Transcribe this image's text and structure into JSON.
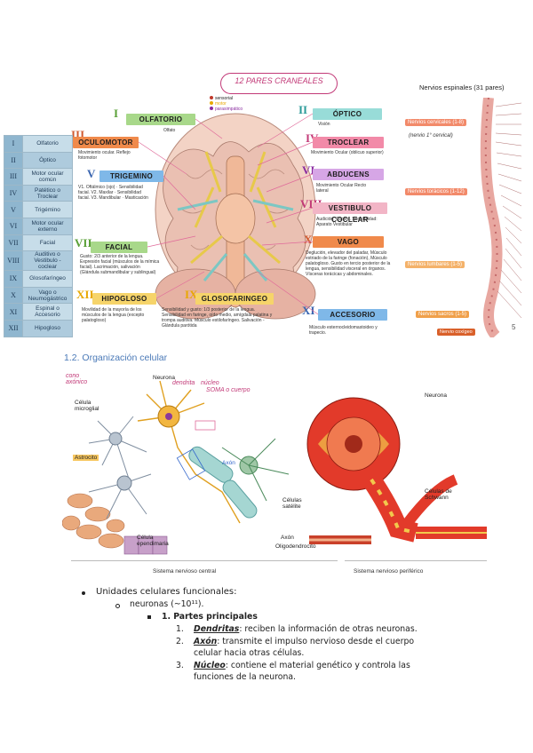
{
  "infographic": {
    "banner_title": "12 PARES CRANEALES",
    "table": [
      {
        "num": "I",
        "name": "Olfatorio"
      },
      {
        "num": "II",
        "name": "Óptico"
      },
      {
        "num": "III",
        "name": "Motor ocular común"
      },
      {
        "num": "IV",
        "name": "Patético o Troclear"
      },
      {
        "num": "V",
        "name": "Trigémino"
      },
      {
        "num": "VI",
        "name": "Motor ocular externo"
      },
      {
        "num": "VII",
        "name": "Facial"
      },
      {
        "num": "VIII",
        "name": "Auditivo o Vestibulo - coclear"
      },
      {
        "num": "IX",
        "name": "Glosofaríngeo"
      },
      {
        "num": "X",
        "name": "Vago o Neumogástrico"
      },
      {
        "num": "XI",
        "name": "Espinal o Accesorio"
      },
      {
        "num": "XII",
        "name": "Hipogloso"
      }
    ],
    "nerves": {
      "i": {
        "num": "I",
        "label": "OLFATORIO"
      },
      "ii": {
        "num": "II",
        "label": "ÓPTICO"
      },
      "iii": {
        "num": "III",
        "label": "OCULOMOTOR"
      },
      "iv": {
        "num": "IV",
        "label": "TROCLEAR"
      },
      "v": {
        "num": "V",
        "label": "TRIGEMINO"
      },
      "vi": {
        "num": "VI",
        "label": "ABDUCENS"
      },
      "vii": {
        "num": "VII",
        "label": "FACIAL"
      },
      "viii": {
        "num": "VIII",
        "label": "VESTIBULO COCLEAR"
      },
      "ix": {
        "num": "IX",
        "label": "GLOSOFARINGEO"
      },
      "x": {
        "num": "X",
        "label": "VAGO"
      },
      "xi": {
        "num": "XI",
        "label": "ACCESORIO"
      },
      "xii": {
        "num": "XII",
        "label": "HIPOGLOSO"
      }
    },
    "legend": {
      "s": "sensorial",
      "m": "motor",
      "p": "parasimpático"
    },
    "notes": {
      "olfatorio": "Olfato",
      "optico": "Visión",
      "oculomotor": "Movimiento ocular. Reflejo fotomotor",
      "troclear": "Movimiento Ocular (oblicuo superior)",
      "trigemino": "V1. Oftálmico (ojo) · Sensibilidad facial. V2. Maxilar · Sensibilidad facial. V3. Mandibular · Masticación",
      "abducens": "Movimiento Ocular Recto lateral",
      "vestibulo": "Audición: Coclea. Sensibilidad: Aparato Vestibular",
      "facial": "Gusto: 2/3 anterior de la lengua. Expresión facial (músculos de la mímica facial). Lacrimación, salivación (Glándula submandibular y sublingual)",
      "vago": "Deglución, elevador del paladar, Músculo estriado de la faringe (fonación), Músculo palatogloso. Gusto en tercio posterior de la lengua, sensibilidad visceral en órganos. Vísceras torácicas y abdominales.",
      "hipogloso": "Movilidad de la mayoría de los músculos de la lengua (excepto palatogloso)",
      "glosofaringeo": "Sensibilidad y gusto: 1/3 posterior de la lengua. Sensibilidad en faringe, oído medio, amígdala palatina y trompa auditiva. Músculo estilofaríngeo. Salivación - Glándula parótida",
      "accesorio": "Músculo esternocleidomastoideo y trapecio."
    },
    "spinal": {
      "title": "Nervios espinales (31 pares)",
      "cervical": "Nervios cervicales (1-8)",
      "toracic": "Nervios torácicos (1-12)",
      "lumbar": "Nervios lumbares (1-5)",
      "sacral": "Nervios sacros (1-5)",
      "coccyx": "Nervio coxígeo",
      "coccyx_count": "5"
    }
  },
  "section": {
    "title": "1.2. Organización celular",
    "figure_left": {
      "caption": "Sistema nervioso central",
      "labels": {
        "neurona": "Neurona",
        "microglia": "Célula microglial",
        "astrocito": "Astrocito",
        "ependimaria": "Célula ependimaria",
        "oligodendrocito": "Oligodendrocito",
        "axon": "Axón",
        "cono": "cono axónico",
        "soma": "SOMA o cuerpo",
        "dendrita": "dendrita",
        "nucleo": "núcleo"
      }
    },
    "figure_right": {
      "caption": "Sistema nervioso periférico",
      "labels": {
        "neurona": "Neurona",
        "satelite": "Células satélite",
        "schwann": "Células de Schwann",
        "axon": "Axón"
      }
    }
  },
  "content": {
    "bullet1": "Unidades celulares funcionales:",
    "bullet2": "neuronas (~10¹¹).",
    "subheading": "1. Partes principales",
    "items": [
      {
        "n": "1.",
        "term": "Dendritas",
        "text": ": reciben la información de otras neuronas."
      },
      {
        "n": "2.",
        "term": "Axón",
        "text": ": transmite el impulso nervioso desde el cuerpo celular hacia otras células."
      },
      {
        "n": "3.",
        "term": "Núcleo",
        "text": ": contiene el material genético y controla las funciones de la neurona."
      }
    ]
  }
}
